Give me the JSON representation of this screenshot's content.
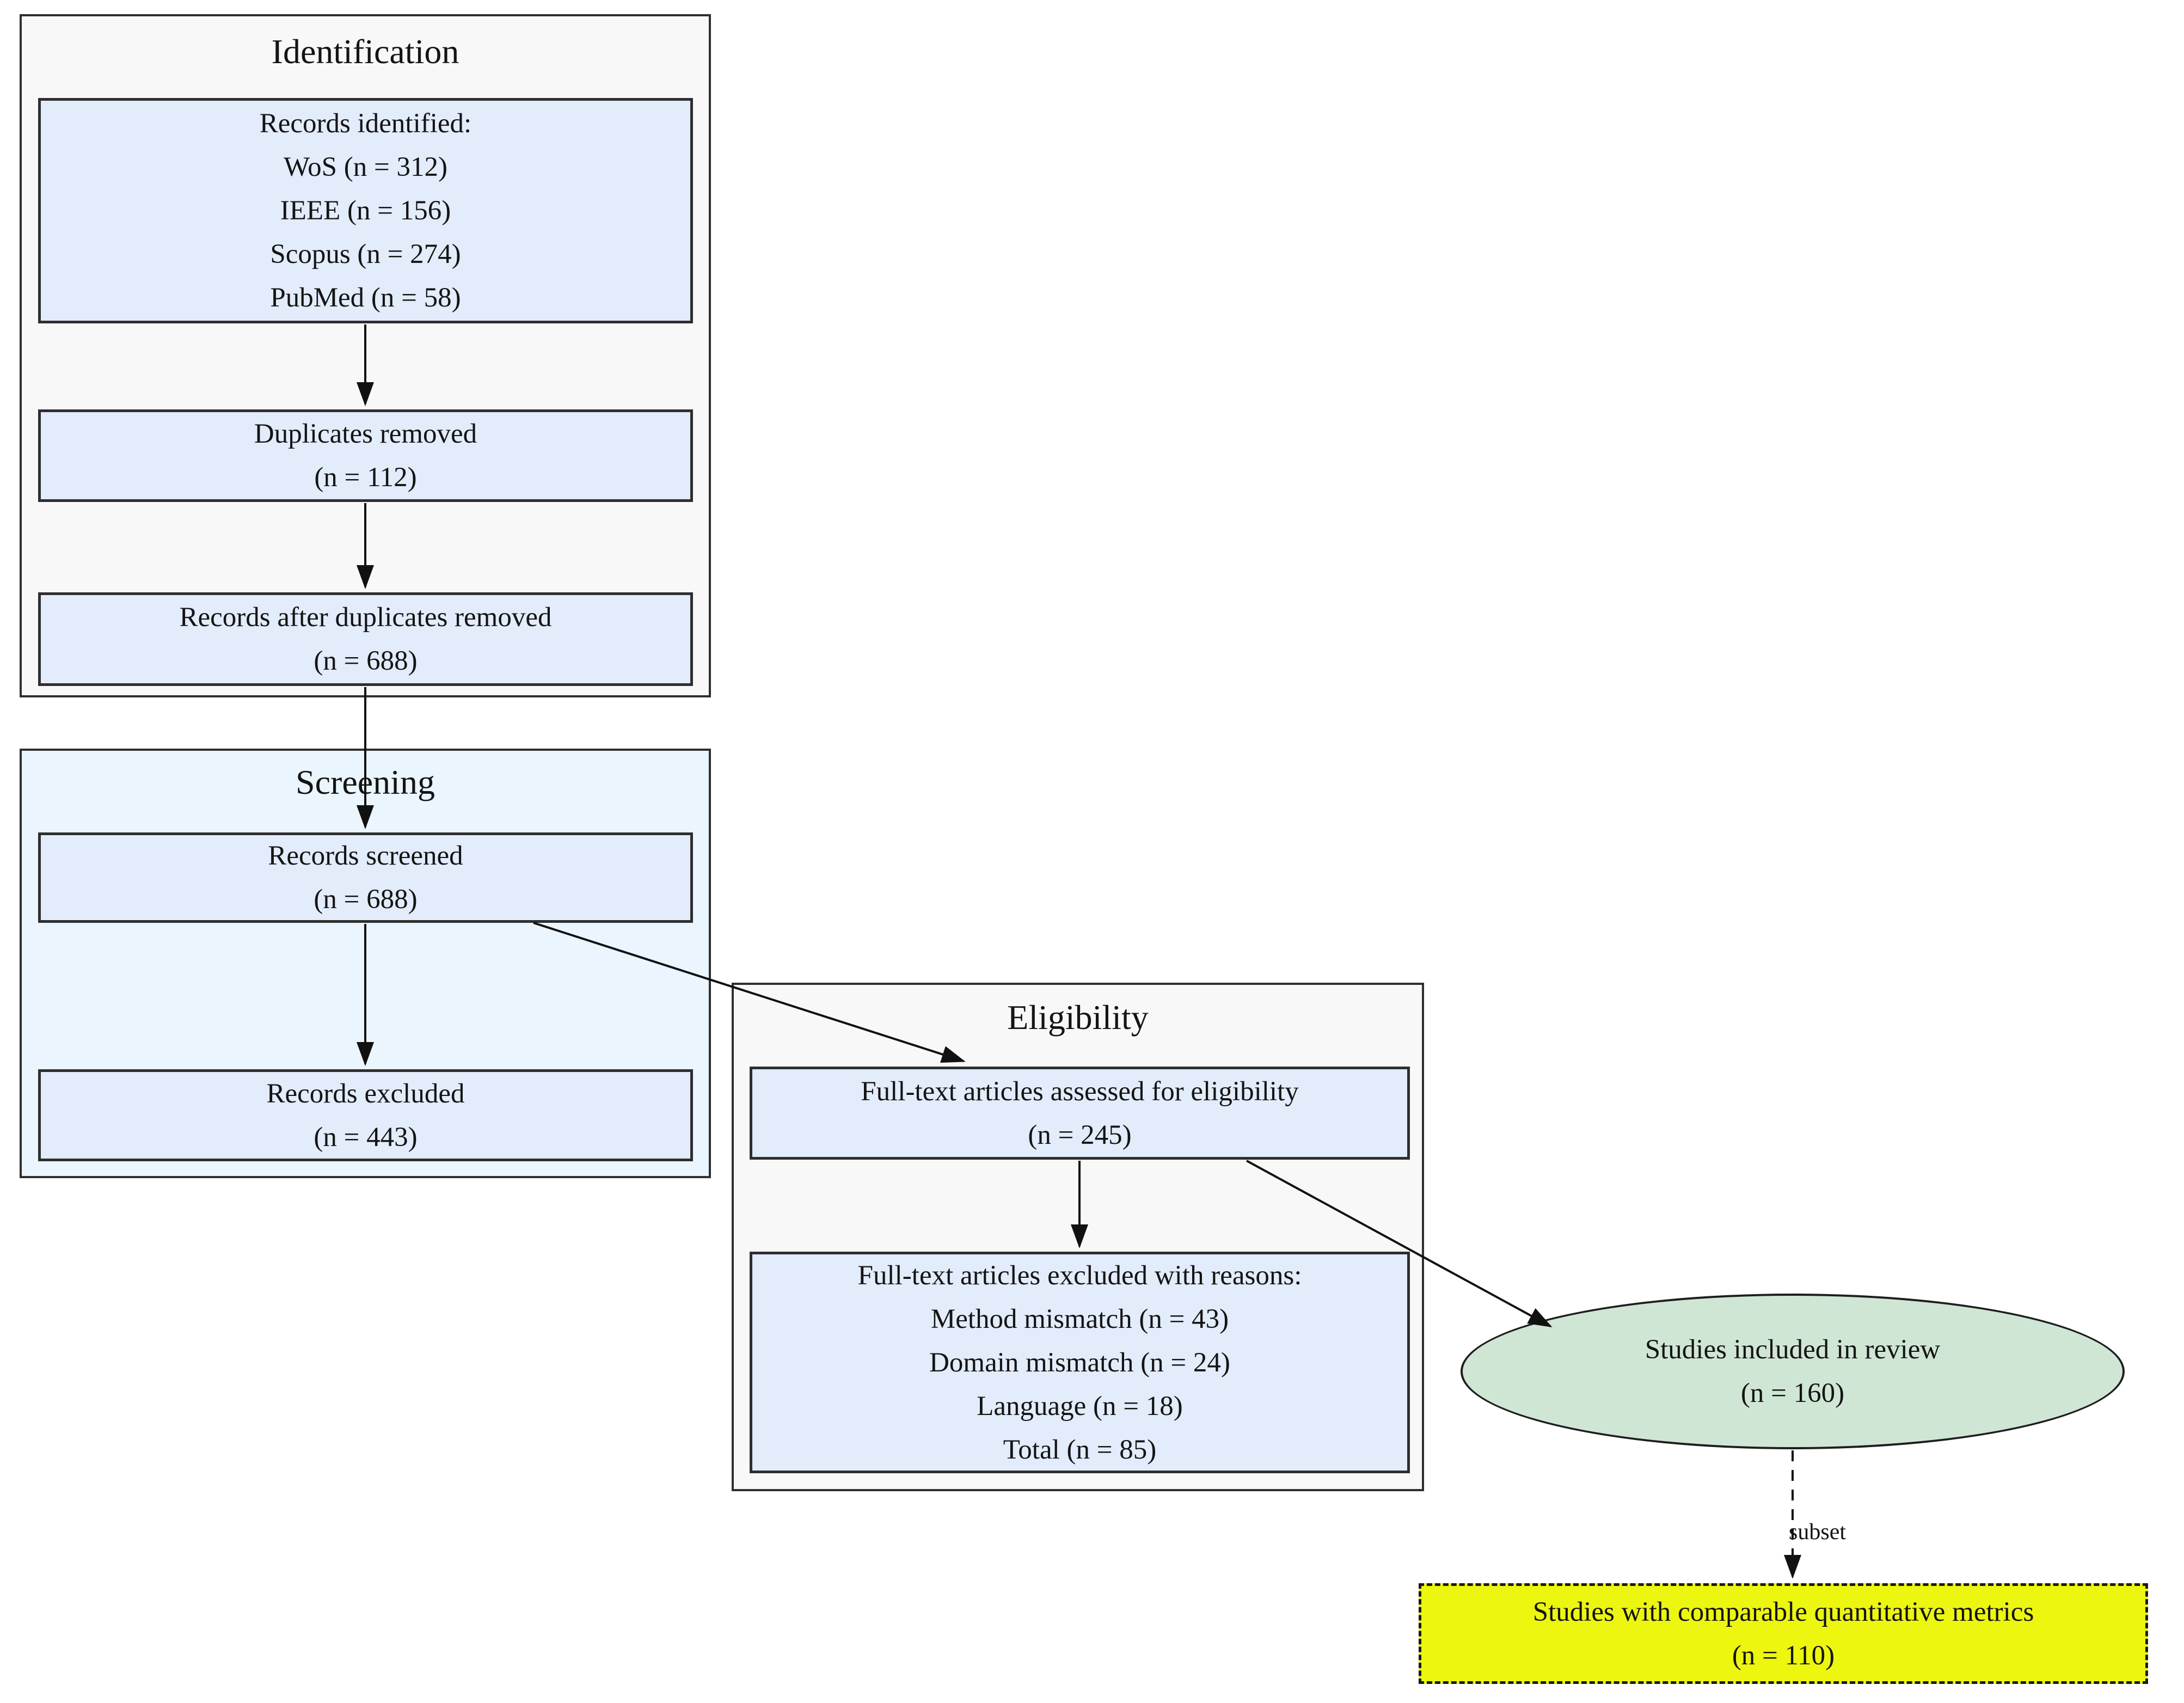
{
  "clusters": {
    "identification": {
      "title": "Identification"
    },
    "screening": {
      "title": "Screening"
    },
    "eligibility": {
      "title": "Eligibility"
    }
  },
  "nodes": {
    "records_identified": {
      "lines": [
        "Records identified:",
        "WoS (n = 312)",
        "IEEE (n = 156)",
        "Scopus (n = 274)",
        "PubMed (n = 58)"
      ]
    },
    "duplicates_removed": {
      "lines": [
        "Duplicates removed",
        "(n = 112)"
      ]
    },
    "records_after_duplicates": {
      "lines": [
        "Records after duplicates removed",
        "(n = 688)"
      ]
    },
    "records_screened": {
      "lines": [
        "Records screened",
        "(n = 688)"
      ]
    },
    "records_excluded": {
      "lines": [
        "Records excluded",
        "(n = 443)"
      ]
    },
    "fulltext_assessed": {
      "lines": [
        "Full-text articles assessed for eligibility",
        "(n = 245)"
      ]
    },
    "fulltext_excluded": {
      "lines": [
        "Full-text articles excluded with reasons:",
        "Method mismatch (n = 43)",
        "Domain mismatch (n = 24)",
        "Language (n = 18)",
        "Total (n = 85)"
      ]
    },
    "studies_included": {
      "lines": [
        "Studies included in review",
        "(n = 160)"
      ]
    },
    "studies_quantitative": {
      "lines": [
        "Studies with comparable quantitative metrics",
        "(n = 110)"
      ]
    }
  },
  "edges": {
    "subset_label": "subset"
  },
  "colors": {
    "cluster_gray_fill": "#f8f8f8",
    "screening_fill": "#eaf5fd",
    "node_blue_fill": "#e2ecfb",
    "ellipse_green_fill": "#d0e6d5",
    "highlight_yellow_fill": "#ecf60f",
    "border_dark": "#2e2e2e",
    "arrow_black": "#111111"
  }
}
